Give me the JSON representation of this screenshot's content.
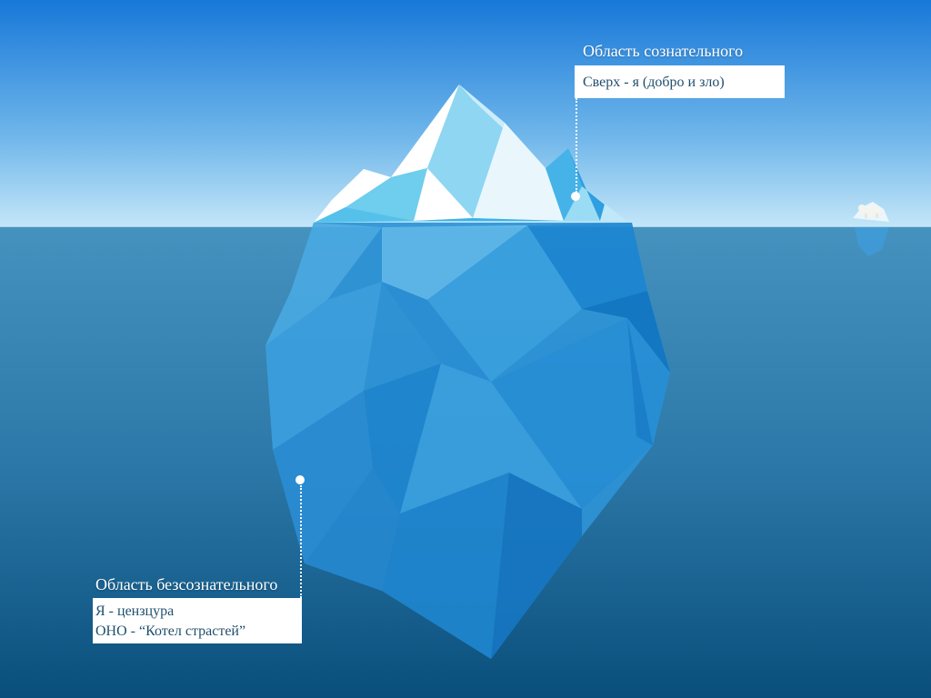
{
  "colors": {
    "sky_top": "#1778d8",
    "sky_bottom": "#bfe3f7",
    "water_top": "#3f8fbd",
    "water_bottom": "#0a4f7c",
    "ice_light": "#ffffff",
    "ice_mid": "#7dd3f0",
    "ice_deep": "#1e8fd8",
    "label_text": "#1f4f6e"
  },
  "icons": {
    "iceberg": "iceberg-icon",
    "bear": "polar-bear-icon",
    "pointer": "pointer-dot-icon"
  },
  "conscious": {
    "title": "Область сознательного",
    "lines": [
      "Сверх - я (добро и зло)"
    ]
  },
  "unconscious": {
    "title": "Область безсознательного",
    "lines": [
      "Я - цензцура",
      "ОНО - “Котел страстей”"
    ]
  }
}
